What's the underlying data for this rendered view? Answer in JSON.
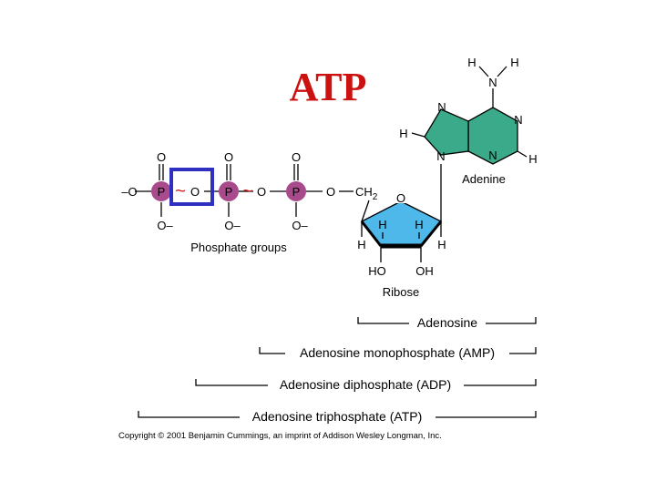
{
  "title": "ATP",
  "colors": {
    "title": "#cc1111",
    "phosphate": "#a84a8c",
    "adenine": "#3aaa8a",
    "ribose": "#4fb8ea",
    "highlight_box": "#3030c0",
    "tilde": "#cc2222"
  },
  "phosphate": {
    "atoms": {
      "o": "O",
      "o_minus_left": "–O",
      "o_minus": "O–",
      "p": "P",
      "ch2": "CH",
      "ch2_sub": "2",
      "tilde": "~"
    },
    "label": "Phosphate groups"
  },
  "ribose": {
    "atoms": {
      "o": "O",
      "h": "H",
      "ho": "HO",
      "oh": "OH"
    },
    "label": "Ribose"
  },
  "adenine": {
    "atoms": {
      "n": "N",
      "h": "H"
    },
    "label": "Adenine"
  },
  "brackets": {
    "adenosine": "Adenosine",
    "amp": "Adenosine monophosphate (AMP)",
    "adp": "Adenosine diphosphate (ADP)",
    "atp": "Adenosine triphosphate (ATP)"
  },
  "copyright": "Copyright © 2001 Benjamin Cummings, an imprint of Addison Wesley Longman, Inc.",
  "icons": [
    "high-energy-bond-highlight-box"
  ]
}
